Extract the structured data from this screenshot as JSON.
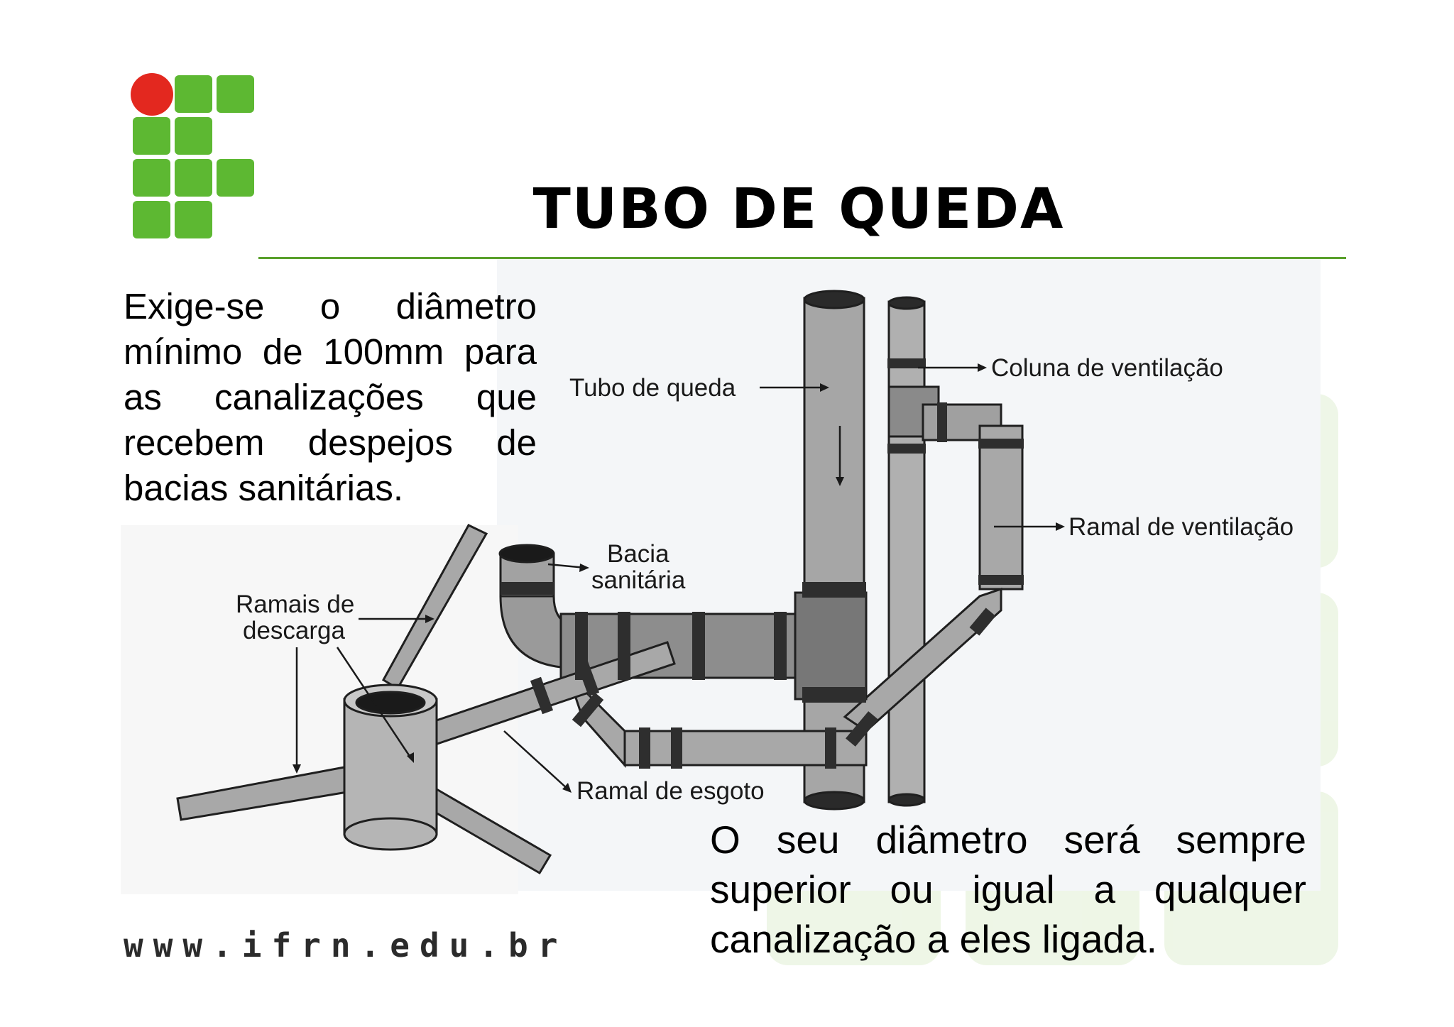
{
  "slide": {
    "title": "TUBO DE QUEDA",
    "left_text": "Exige-se o diâmetro mínimo de 100mm para as canalizações que recebem despejos de bacias sanitárias.",
    "right_text": "O seu diâmetro será sempre superior ou igual a qualquer canalização a eles ligada.",
    "website": "www.ifrn.edu.br"
  },
  "diagram": {
    "labels": {
      "tubo_de_queda": "Tubo de queda",
      "coluna_de_ventilacao": "Coluna de ventilação",
      "ramal_de_ventilacao": "Ramal de ventilação",
      "bacia_line1": "Bacia",
      "bacia_line2": "sanitária",
      "ramais_line1": "Ramais de",
      "ramais_line2": "descarga",
      "ramal_de_esgoto": "Ramal de esgoto"
    }
  },
  "colors": {
    "logo_green": "#5db832",
    "logo_red": "#e3281f",
    "rule_green": "#5aa02c",
    "pipe_gray": "#a9a9a9",
    "joint_dark": "#2e2e2e"
  }
}
